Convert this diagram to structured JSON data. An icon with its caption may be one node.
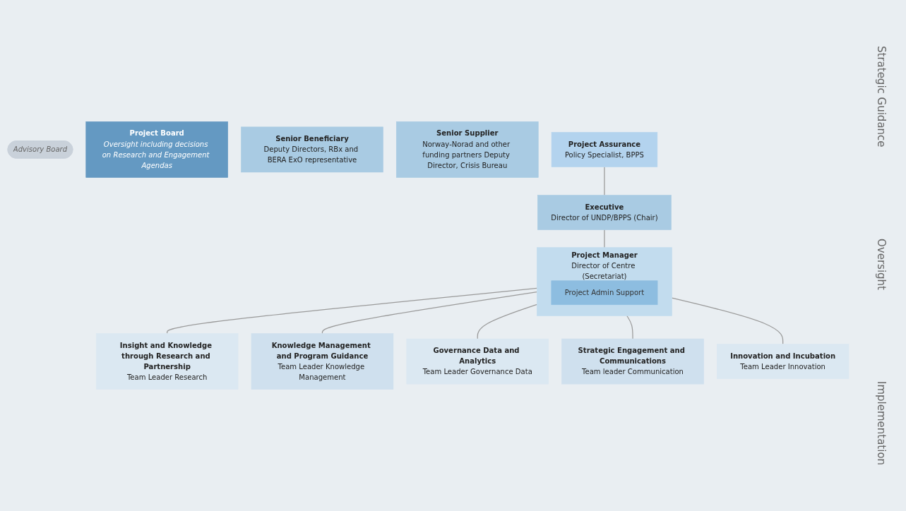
{
  "diagram": {
    "nodes": [
      {
        "text": [
          "Advisory Board"
        ]
      },
      {
        "text": [
          "Project Board",
          "Oversight including decisions on Research and Engagement Agendas"
        ]
      },
      {
        "text": [
          "Senior Beneficiary",
          "Deputy Directors, RBx and BERA ExO representative"
        ]
      },
      {
        "text": [
          "Executive",
          "Director of UNDP/BPPS (Chair)"
        ]
      },
      {
        "text": [
          "Senior Supplier",
          "Norway-Norad and other funding partners Deputy Director, Crisis Bureau"
        ]
      },
      {
        "text": [
          "Project Assurance",
          "Policy Specialist, BPPS"
        ]
      },
      {
        "text": [
          "Project Manager",
          "Director of Centre (Secretariat)"
        ]
      },
      {
        "text": [
          "Project Admin Support"
        ],
        "in": 6
      },
      {
        "text": [
          "Insight and Knowledge through Research and Partnership",
          "Team Leader Research"
        ]
      },
      {
        "text": [
          "Governance Data and Analytics",
          "Team Leader Governance Data"
        ]
      },
      {
        "text": [
          "Innovation and Incubation",
          "Team Leader Innovation"
        ]
      },
      {
        "text": [
          "Knowledge Management and Program Guidance",
          "Team Leader Knowledge Management"
        ]
      },
      {
        "text": [
          "Strategic Engagement and Communications",
          "Team leader Communication"
        ]
      }
    ],
    "edges": [
      {
        "from": 3,
        "to": 6,
        "arrow": "none"
      },
      {
        "from": 5,
        "to": 3,
        "arrow": "none"
      },
      {
        "from": 6,
        "to": 8,
        "arrow": "none"
      },
      {
        "from": 6,
        "to": 11,
        "arrow": "none"
      },
      {
        "from": 6,
        "to": 9,
        "arrow": "none"
      },
      {
        "from": 6,
        "to": 12,
        "arrow": "none"
      },
      {
        "from": 6,
        "to": 10,
        "arrow": "none"
      }
    ],
    "labels": [
      "Strategic Guidance",
      "Oversight",
      "Implementation"
    ]
  }
}
